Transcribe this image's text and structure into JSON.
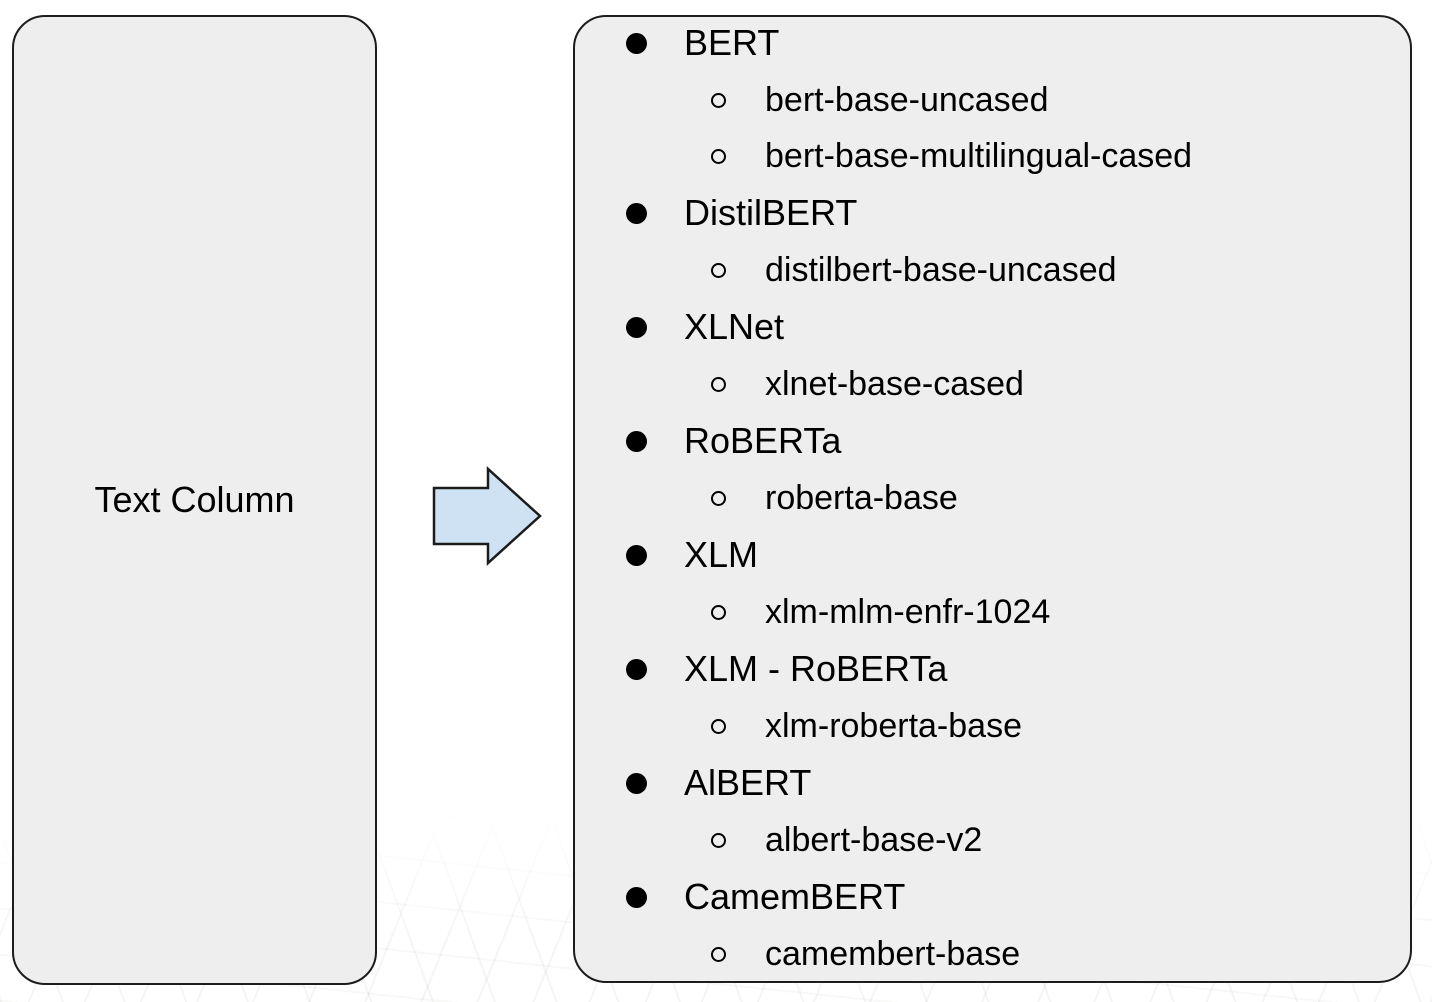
{
  "diagram": {
    "left_box": {
      "label": "Text Column"
    },
    "arrow": {
      "icon": "right-arrow"
    },
    "model_list": {
      "groups": [
        {
          "name": "BERT",
          "variants": [
            "bert-base-uncased",
            "bert-base-multilingual-cased"
          ]
        },
        {
          "name": "DistilBERT",
          "variants": [
            "distilbert-base-uncased"
          ]
        },
        {
          "name": "XLNet",
          "variants": [
            "xlnet-base-cased"
          ]
        },
        {
          "name": "RoBERTa",
          "variants": [
            "roberta-base"
          ]
        },
        {
          "name": "XLM",
          "variants": [
            "xlm-mlm-enfr-1024"
          ]
        },
        {
          "name": "XLM - RoBERTa",
          "variants": [
            "xlm-roberta-base"
          ]
        },
        {
          "name": "AlBERT",
          "variants": [
            "albert-base-v2"
          ]
        },
        {
          "name": "CamemBERT",
          "variants": [
            "camembert-base"
          ]
        }
      ]
    }
  },
  "colors": {
    "box_fill": "#eeeeee",
    "box_border": "#1c1c1c",
    "arrow_fill": "#cfe2f3",
    "arrow_border": "#1c1c1c",
    "text": "#000000"
  }
}
